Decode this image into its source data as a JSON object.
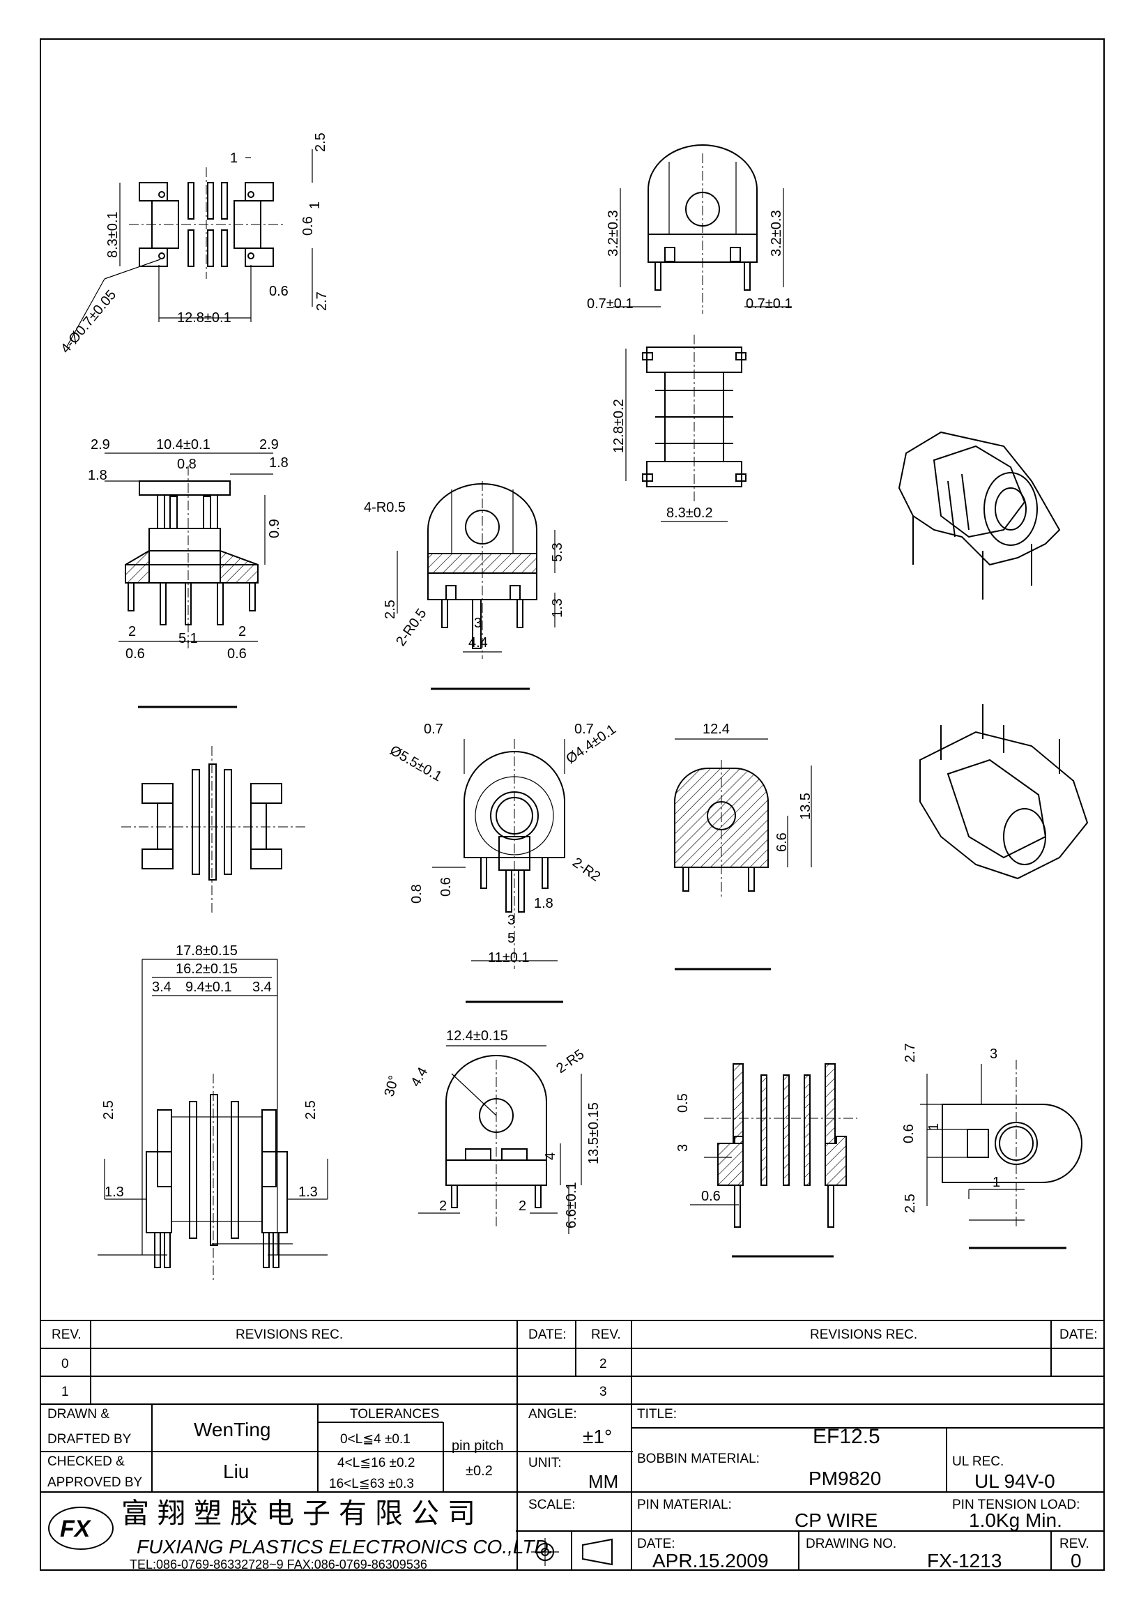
{
  "dimensions": {
    "top_left": [
      "2.5",
      "1",
      "1",
      "8.3±0.1",
      "0.6",
      "0.6",
      "2.7",
      "12.8±0.1",
      "4-Ø0.7±0.05"
    ],
    "top_middle": [
      "3.2±0.3",
      "3.2±0.3",
      "0.7±0.1",
      "0.7±0.1"
    ],
    "middle_top": [
      "12.8±0.2",
      "8.3±0.2"
    ],
    "left_side": [
      "2.9",
      "10.4±0.1",
      "2.9",
      "0.8",
      "1.8",
      "1.8",
      "0.9",
      "2",
      "2",
      "5.1",
      "0.6",
      "0.6"
    ],
    "center_left": [
      "4-R0.5",
      "5.3",
      "2.5",
      "2-R0.5",
      "1.3",
      "3",
      "4.4"
    ],
    "center_mid": [
      "0.7",
      "0.7",
      "Ø5.5±0.1",
      "Ø4.4±0.1",
      "2-R2",
      "0.8",
      "0.6",
      "1.8",
      "3",
      "5",
      "11±0.1"
    ],
    "center_right": [
      "12.4",
      "13.5",
      "6.6"
    ],
    "bottom_left": [
      "17.8±0.15",
      "16.2±0.15",
      "3.4",
      "9.4±0.1",
      "3.4",
      "2.5",
      "2.5",
      "1.3",
      "1.3"
    ],
    "bottom_mid": [
      "12.4±0.15",
      "2-R5",
      "30°",
      "4.4",
      "13.5±0.15",
      "4",
      "2",
      "2",
      "6.6±0.1"
    ],
    "bottom_right_a": [
      "0.5",
      "3",
      "0.6"
    ],
    "bottom_right_b": [
      "2.7",
      "3",
      "0.6",
      "1",
      "1",
      "2.5"
    ]
  },
  "title_block": {
    "rev_header": "REV.",
    "revisions_header": "REVISIONS    REC.",
    "date_header": "DATE:",
    "rev_rows_left": [
      "0",
      "1"
    ],
    "rev_rows_right": [
      "2",
      "3"
    ],
    "drawn_label": "DRAWN &",
    "drafted_label": "DRAFTED BY",
    "drawn_by": "WenTing",
    "checked_label": "CHECKED &",
    "approved_label": "APPROVED BY",
    "approved_by": "Liu",
    "tolerances_label": "TOLERANCES",
    "tol_row1": "0<L≦4    ±0.1",
    "tol_row2": "4<L≦16  ±0.2",
    "tol_row3": "16<L≦63  ±0.3",
    "pin_pitch_label": "pin pitch",
    "pin_pitch_value": "±0.2",
    "angle_label": "ANGLE:",
    "angle_value": "±1°",
    "unit_label": "UNIT:",
    "unit_value": "MM",
    "scale_label": "SCALE:",
    "title_label": "TITLE:",
    "title_value": "EF12.5",
    "bobbin_label": "BOBBIN MATERIAL:",
    "bobbin_value": "PM9820",
    "ul_label": "UL REC.",
    "ul_value": "UL 94V-0",
    "pin_material_label": "PIN MATERIAL:",
    "pin_material_value": "CP WIRE",
    "pin_tension_label": "PIN TENSION LOAD:",
    "pin_tension_value": "1.0Kg Min.",
    "date_label": "DATE:",
    "date_value": "APR.15.2009",
    "drawing_no_label": "DRAWING NO.",
    "drawing_no_value": "FX-1213",
    "rev_label": "REV.",
    "rev_value": "0",
    "company_cn": "富翔塑胶电子有限公司",
    "company_en": "FUXIANG PLASTICS ELECTRONICS CO.,LTD.",
    "company_contact": "TEL:086-0769-86332728~9  FAX:086-0769-86309536"
  }
}
